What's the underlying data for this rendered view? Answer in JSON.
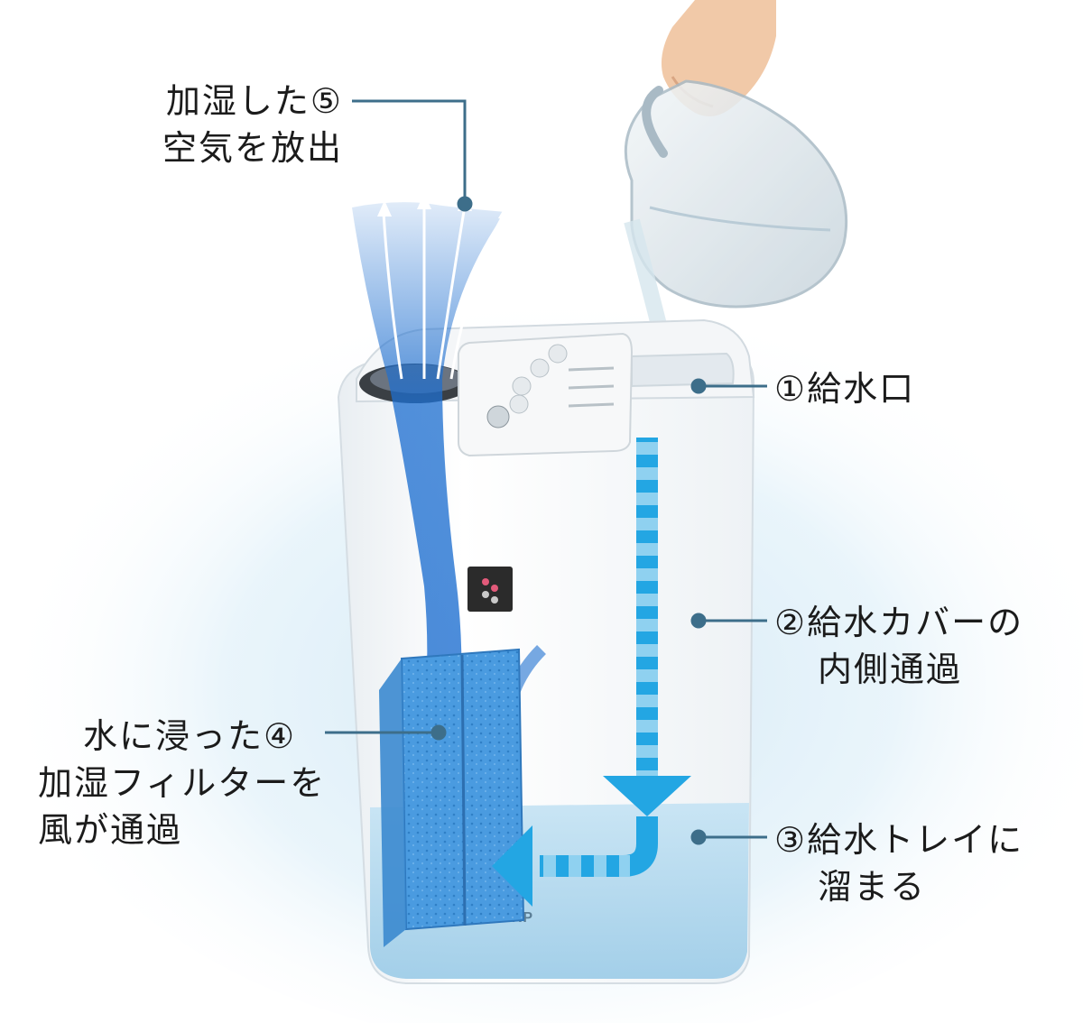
{
  "colors": {
    "air_flow": "#1e6fd0",
    "water_flow": "#23a6e3",
    "leader_line": "#3d6e8a",
    "filter": "#3f95d8",
    "tray": "#a9d3ec",
    "glow": "#cfe6f4"
  },
  "icons": [
    "hand-icon",
    "water-pitcher-icon",
    "humidifier-icon",
    "control-panel-icon",
    "power-button-icon",
    "logo-badge-icon",
    "filter-icon",
    "airflow-arrow-icon",
    "water-flow-arrow-icon"
  ],
  "brand": "SHARP",
  "steps": [
    {
      "marker": "①",
      "lines": [
        "給水口"
      ]
    },
    {
      "marker": "②",
      "lines": [
        "給水カバーの",
        "内側通過"
      ]
    },
    {
      "marker": "③",
      "lines": [
        "給水トレイに",
        "溜まる"
      ]
    },
    {
      "marker": "④",
      "lines": [
        "水に浸った",
        "加湿フィルターを",
        "風が通過"
      ]
    },
    {
      "marker": "⑤",
      "lines": [
        "加湿した",
        "空気を放出"
      ]
    }
  ]
}
